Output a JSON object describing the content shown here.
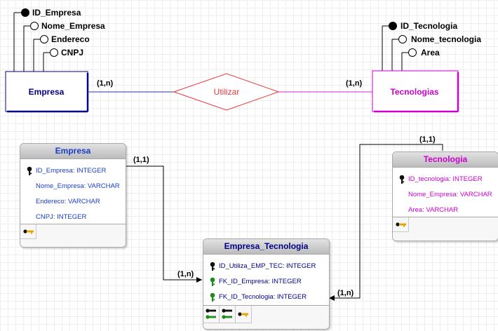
{
  "conceptual": {
    "relationship": {
      "label": "Utilizar"
    },
    "entity_empresa": {
      "title": "Empresa",
      "attributes": [
        "ID_Empresa",
        "Nome_Empresa",
        "Endereco",
        "CNPJ"
      ],
      "cardinality": "(1,n)"
    },
    "entity_tecnologias": {
      "title": "Tecnologias",
      "attributes": [
        "ID_Tecnologia",
        "Nome_tecnologia",
        "Area"
      ],
      "cardinality": "(1,n)"
    }
  },
  "logical": {
    "table_empresa": {
      "title": "Empresa",
      "columns": [
        "ID_Empresa: INTEGER",
        "Nome_Empresa: VARCHAR",
        "Endereco: VARCHAR",
        "CNPJ: INTEGER"
      ]
    },
    "table_tecnologia": {
      "title": "Tecnologia",
      "columns": [
        "ID_tecnologia: INTEGER",
        "Nome_Empresa: VARCHAR",
        "Area: VARCHAR"
      ]
    },
    "table_empresa_tecnologia": {
      "title": "Empresa_Tecnologia",
      "columns": [
        "ID_Utiliza_EMP_TEC: INTEGER",
        "FK_ID_Empresa: INTEGER",
        "FK_ID_Tecnologia: INTEGER"
      ]
    },
    "links": {
      "empresa_side": "(1,1)",
      "empresa_target": "(1,n)",
      "tecnologia_side": "(1,1)",
      "tecnologia_target": "(1,n)"
    }
  },
  "colors": {
    "empresa": "#00008b",
    "empresa_logical": "#1a3ec8",
    "tecnologia": "#cc00cc",
    "relationship": "#e8383d",
    "link_empresa": "#2e3f9e",
    "link_tecnologia": "#cc33cc",
    "primary_key": "#111111",
    "foreign_key": "#1e8a1e"
  },
  "icons": {
    "primary_key": "key-icon",
    "foreign_key": "foreign-key-icon",
    "attribute": "attribute-circle-icon",
    "identifier": "identifier-filled-circle-icon"
  }
}
